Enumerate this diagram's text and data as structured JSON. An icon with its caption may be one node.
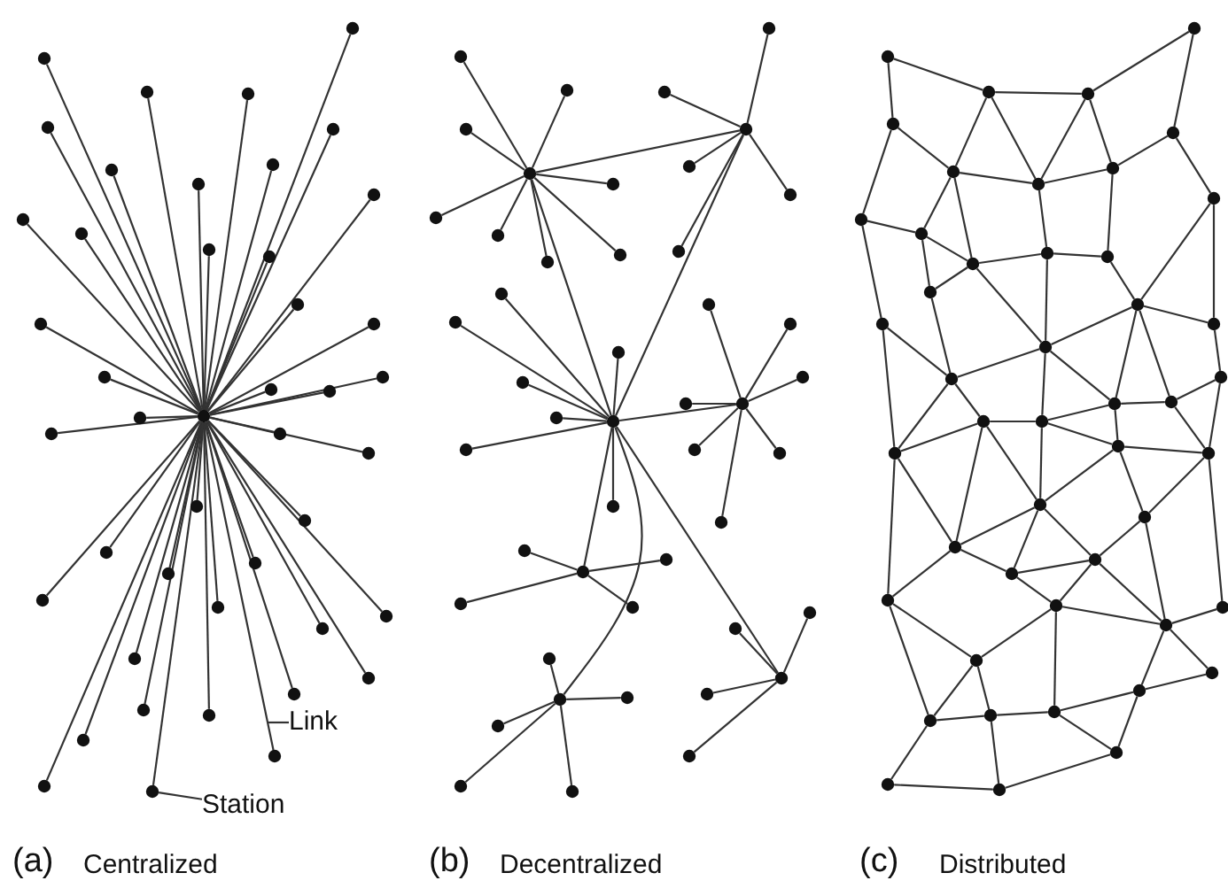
{
  "diagram": {
    "nodes": [
      {
        "text": [],
        "shape": "circle"
      },
      {
        "text": [],
        "shape": "circle"
      },
      {
        "text": [],
        "shape": "circle"
      },
      {
        "text": [],
        "shape": "circle"
      },
      {
        "text": [],
        "shape": "circle"
      },
      {
        "text": [],
        "shape": "circle"
      },
      {
        "text": [],
        "shape": "circle"
      },
      {
        "text": [],
        "shape": "circle"
      },
      {
        "text": [],
        "shape": "circle"
      },
      {
        "text": [],
        "shape": "circle"
      },
      {
        "text": [],
        "shape": "circle"
      },
      {
        "text": [],
        "shape": "circle"
      },
      {
        "text": [],
        "shape": "circle"
      },
      {
        "text": [],
        "shape": "circle"
      },
      {
        "text": [],
        "shape": "circle"
      },
      {
        "text": [],
        "shape": "circle"
      },
      {
        "text": [],
        "shape": "circle"
      },
      {
        "text": [],
        "shape": "circle"
      },
      {
        "text": [],
        "shape": "circle"
      },
      {
        "text": [],
        "shape": "circle"
      },
      {
        "text": [],
        "shape": "circle"
      },
      {
        "text": [],
        "shape": "circle"
      },
      {
        "text": [],
        "shape": "circle"
      },
      {
        "text": [],
        "shape": "circle"
      },
      {
        "text": [],
        "shape": "circle"
      },
      {
        "text": [],
        "shape": "circle"
      },
      {
        "text": [],
        "shape": "circle"
      },
      {
        "text": [],
        "shape": "circle"
      },
      {
        "text": [],
        "shape": "circle"
      },
      {
        "text": [],
        "shape": "circle"
      },
      {
        "text": [],
        "shape": "circle"
      },
      {
        "text": [],
        "shape": "circle"
      },
      {
        "text": [],
        "shape": "circle"
      },
      {
        "text": [],
        "shape": "circle"
      },
      {
        "text": [],
        "shape": "circle"
      },
      {
        "text": [],
        "shape": "circle"
      },
      {
        "text": [],
        "shape": "circle"
      },
      {
        "text": [],
        "shape": "circle"
      },
      {
        "text": [],
        "shape": "circle"
      },
      {
        "text": [],
        "shape": "circle"
      },
      {
        "text": [],
        "shape": "circle"
      },
      {
        "text": [],
        "shape": "circle"
      },
      {
        "text": [],
        "shape": "circle"
      },
      {
        "text": [],
        "shape": "circle"
      },
      {
        "text": [],
        "shape": "circle"
      },
      {
        "text": [],
        "shape": "circle"
      },
      {
        "text": [],
        "shape": "circle"
      },
      {
        "text": [],
        "shape": "circle"
      },
      {
        "text": [],
        "shape": "circle"
      },
      {
        "text": [],
        "shape": "circle"
      },
      {
        "text": [],
        "shape": "circle"
      },
      {
        "text": [],
        "shape": "circle"
      },
      {
        "text": [],
        "shape": "circle"
      },
      {
        "text": [],
        "shape": "circle"
      },
      {
        "text": [],
        "shape": "circle"
      },
      {
        "text": [],
        "shape": "circle"
      },
      {
        "text": [],
        "shape": "circle"
      },
      {
        "text": [],
        "shape": "circle"
      },
      {
        "text": [],
        "shape": "circle"
      },
      {
        "text": [],
        "shape": "circle"
      },
      {
        "text": [],
        "shape": "circle"
      },
      {
        "text": [],
        "shape": "circle"
      },
      {
        "text": [],
        "shape": "circle"
      },
      {
        "text": [],
        "shape": "circle"
      },
      {
        "text": [],
        "shape": "circle"
      },
      {
        "text": [],
        "shape": "circle"
      },
      {
        "text": [],
        "shape": "circle"
      },
      {
        "text": [],
        "shape": "circle"
      },
      {
        "text": [],
        "shape": "circle"
      },
      {
        "text": [],
        "shape": "circle"
      },
      {
        "text": [],
        "shape": "circle"
      },
      {
        "text": [],
        "shape": "circle"
      },
      {
        "text": [],
        "shape": "circle"
      },
      {
        "text": [],
        "shape": "circle"
      },
      {
        "text": [],
        "shape": "circle"
      },
      {
        "text": [],
        "shape": "circle"
      },
      {
        "text": [],
        "shape": "circle"
      },
      {
        "text": [],
        "shape": "circle"
      },
      {
        "text": [],
        "shape": "circle"
      },
      {
        "text": [],
        "shape": "circle"
      },
      {
        "text": [],
        "shape": "circle"
      },
      {
        "text": [],
        "shape": "circle"
      },
      {
        "text": [],
        "shape": "circle"
      },
      {
        "text": [],
        "shape": "circle"
      },
      {
        "text": [],
        "shape": "circle"
      },
      {
        "text": [],
        "shape": "circle"
      },
      {
        "text": [],
        "shape": "circle"
      },
      {
        "text": [],
        "shape": "circle"
      },
      {
        "text": [],
        "shape": "circle"
      },
      {
        "text": [],
        "shape": "circle"
      },
      {
        "text": [],
        "shape": "circle"
      },
      {
        "text": [],
        "shape": "circle"
      },
      {
        "text": [],
        "shape": "circle"
      },
      {
        "text": [],
        "shape": "circle"
      },
      {
        "text": [],
        "shape": "circle"
      },
      {
        "text": [],
        "shape": "circle"
      },
      {
        "text": [],
        "shape": "circle"
      },
      {
        "text": [],
        "shape": "circle"
      },
      {
        "text": [],
        "shape": "circle"
      },
      {
        "text": [],
        "shape": "circle"
      },
      {
        "text": [],
        "shape": "circle"
      },
      {
        "text": [],
        "shape": "circle"
      },
      {
        "text": [],
        "shape": "circle"
      },
      {
        "text": [],
        "shape": "circle"
      },
      {
        "text": [],
        "shape": "circle"
      },
      {
        "text": [],
        "shape": "circle"
      },
      {
        "text": [],
        "shape": "circle"
      },
      {
        "text": [],
        "shape": "circle"
      },
      {
        "text": [],
        "shape": "circle"
      },
      {
        "text": [],
        "shape": "circle"
      },
      {
        "text": [],
        "shape": "circle"
      },
      {
        "text": [],
        "shape": "circle"
      },
      {
        "text": [],
        "shape": "circle"
      },
      {
        "text": [],
        "shape": "circle"
      },
      {
        "text": [],
        "shape": "circle"
      },
      {
        "text": [],
        "shape": "circle"
      },
      {
        "text": [],
        "shape": "circle"
      },
      {
        "text": [],
        "shape": "circle"
      },
      {
        "text": [],
        "shape": "circle"
      },
      {
        "text": [],
        "shape": "circle"
      },
      {
        "text": [],
        "shape": "circle"
      },
      {
        "text": [],
        "shape": "circle"
      },
      {
        "text": [],
        "shape": "circle"
      },
      {
        "text": [],
        "shape": "circle"
      },
      {
        "text": [],
        "shape": "circle"
      },
      {
        "text": [],
        "shape": "circle"
      },
      {
        "text": [],
        "shape": "circle"
      },
      {
        "text": [],
        "shape": "circle"
      },
      {
        "text": [],
        "shape": "circle"
      },
      {
        "text": [],
        "shape": "circle"
      },
      {
        "text": [],
        "shape": "circle"
      },
      {
        "text": [],
        "shape": "circle"
      },
      {
        "text": [],
        "shape": "circle"
      },
      {
        "text": [],
        "shape": "circle"
      },
      {
        "text": [],
        "shape": "circle"
      },
      {
        "text": [],
        "shape": "circle"
      },
      {
        "text": [],
        "shape": "circle"
      },
      {
        "text": [],
        "shape": "circle"
      },
      {
        "text": [
          "Link"
        ]
      },
      {
        "text": [
          "Station"
        ]
      }
    ],
    "edges": [
      {
        "from": 0,
        "to": 1,
        "arrow": "none"
      },
      {
        "from": 0,
        "to": 2,
        "arrow": "none"
      },
      {
        "from": 0,
        "to": 3,
        "arrow": "none"
      },
      {
        "from": 0,
        "to": 4,
        "arrow": "none"
      },
      {
        "from": 0,
        "to": 5,
        "arrow": "none"
      },
      {
        "from": 0,
        "to": 6,
        "arrow": "none"
      },
      {
        "from": 0,
        "to": 7,
        "arrow": "none"
      },
      {
        "from": 0,
        "to": 8,
        "arrow": "none"
      },
      {
        "from": 0,
        "to": 9,
        "arrow": "none"
      },
      {
        "from": 0,
        "to": 10,
        "arrow": "none"
      },
      {
        "from": 0,
        "to": 11,
        "arrow": "none"
      },
      {
        "from": 0,
        "to": 12,
        "arrow": "none"
      },
      {
        "from": 0,
        "to": 13,
        "arrow": "none"
      },
      {
        "from": 0,
        "to": 14,
        "arrow": "none"
      },
      {
        "from": 0,
        "to": 15,
        "arrow": "none"
      },
      {
        "from": 0,
        "to": 16,
        "arrow": "none"
      },
      {
        "from": 0,
        "to": 17,
        "arrow": "none"
      },
      {
        "from": 0,
        "to": 18,
        "arrow": "none"
      },
      {
        "from": 0,
        "to": 19,
        "arrow": "none"
      },
      {
        "from": 0,
        "to": 20,
        "arrow": "none"
      },
      {
        "from": 0,
        "to": 21,
        "arrow": "none"
      },
      {
        "from": 0,
        "to": 22,
        "arrow": "none"
      },
      {
        "from": 0,
        "to": 23,
        "arrow": "none"
      },
      {
        "from": 0,
        "to": 24,
        "arrow": "none"
      },
      {
        "from": 0,
        "to": 25,
        "arrow": "none"
      },
      {
        "from": 0,
        "to": 26,
        "arrow": "none"
      },
      {
        "from": 0,
        "to": 27,
        "arrow": "none"
      },
      {
        "from": 0,
        "to": 28,
        "arrow": "none"
      },
      {
        "from": 0,
        "to": 29,
        "arrow": "none"
      },
      {
        "from": 0,
        "to": 30,
        "arrow": "none"
      },
      {
        "from": 0,
        "to": 31,
        "arrow": "none"
      },
      {
        "from": 0,
        "to": 32,
        "arrow": "none"
      },
      {
        "from": 0,
        "to": 33,
        "arrow": "none"
      },
      {
        "from": 0,
        "to": 34,
        "arrow": "none"
      },
      {
        "from": 0,
        "to": 35,
        "arrow": "none"
      },
      {
        "from": 0,
        "to": 36,
        "arrow": "none"
      },
      {
        "from": 0,
        "to": 37,
        "arrow": "none"
      },
      {
        "from": 0,
        "to": 38,
        "arrow": "none"
      },
      {
        "from": 0,
        "to": 39,
        "arrow": "none"
      },
      {
        "from": 0,
        "to": 40,
        "arrow": "none"
      },
      {
        "from": 0,
        "to": 41,
        "arrow": "none"
      },
      {
        "from": 0,
        "to": 42,
        "arrow": "none"
      },
      {
        "from": 0,
        "to": 43,
        "arrow": "none"
      },
      {
        "from": 44,
        "to": 45,
        "arrow": "none"
      },
      {
        "from": 44,
        "to": 46,
        "arrow": "none"
      },
      {
        "from": 44,
        "to": 47,
        "arrow": "none"
      },
      {
        "from": 44,
        "to": 48,
        "arrow": "none"
      },
      {
        "from": 44,
        "to": 49,
        "arrow": "none"
      },
      {
        "from": 44,
        "to": 50,
        "arrow": "none"
      },
      {
        "from": 44,
        "to": 51,
        "arrow": "none"
      },
      {
        "from": 44,
        "to": 52,
        "arrow": "none"
      },
      {
        "from": 53,
        "to": 54,
        "arrow": "none"
      },
      {
        "from": 53,
        "to": 55,
        "arrow": "none"
      },
      {
        "from": 53,
        "to": 56,
        "arrow": "none"
      },
      {
        "from": 53,
        "to": 57,
        "arrow": "none"
      },
      {
        "from": 53,
        "to": 58,
        "arrow": "none"
      },
      {
        "from": 59,
        "to": 60,
        "arrow": "none"
      },
      {
        "from": 59,
        "to": 61,
        "arrow": "none"
      },
      {
        "from": 59,
        "to": 62,
        "arrow": "none"
      },
      {
        "from": 59,
        "to": 63,
        "arrow": "none"
      },
      {
        "from": 59,
        "to": 64,
        "arrow": "none"
      },
      {
        "from": 59,
        "to": 65,
        "arrow": "none"
      },
      {
        "from": 59,
        "to": 66,
        "arrow": "none"
      },
      {
        "from": 67,
        "to": 68,
        "arrow": "none"
      },
      {
        "from": 67,
        "to": 69,
        "arrow": "none"
      },
      {
        "from": 67,
        "to": 70,
        "arrow": "none"
      },
      {
        "from": 67,
        "to": 71,
        "arrow": "none"
      },
      {
        "from": 67,
        "to": 72,
        "arrow": "none"
      },
      {
        "from": 67,
        "to": 73,
        "arrow": "none"
      },
      {
        "from": 67,
        "to": 74,
        "arrow": "none"
      },
      {
        "from": 75,
        "to": 76,
        "arrow": "none"
      },
      {
        "from": 75,
        "to": 77,
        "arrow": "none"
      },
      {
        "from": 75,
        "to": 78,
        "arrow": "none"
      },
      {
        "from": 75,
        "to": 79,
        "arrow": "none"
      },
      {
        "from": 80,
        "to": 81,
        "arrow": "none"
      },
      {
        "from": 80,
        "to": 82,
        "arrow": "none"
      },
      {
        "from": 80,
        "to": 83,
        "arrow": "none"
      },
      {
        "from": 80,
        "to": 84,
        "arrow": "none"
      },
      {
        "from": 85,
        "to": 86,
        "arrow": "none"
      },
      {
        "from": 85,
        "to": 87,
        "arrow": "none"
      },
      {
        "from": 85,
        "to": 88,
        "arrow": "none"
      },
      {
        "from": 85,
        "to": 89,
        "arrow": "none"
      },
      {
        "from": 85,
        "to": 90,
        "arrow": "none"
      },
      {
        "from": 44,
        "to": 53,
        "arrow": "none"
      },
      {
        "from": 44,
        "to": 59,
        "arrow": "none"
      },
      {
        "from": 53,
        "to": 59,
        "arrow": "none"
      },
      {
        "from": 59,
        "to": 67,
        "arrow": "none"
      },
      {
        "from": 59,
        "to": 75,
        "arrow": "none"
      },
      {
        "from": 59,
        "to": 85,
        "arrow": "none"
      },
      {
        "from": 59,
        "to": 80,
        "arrow": "none"
      },
      {
        "from": 91,
        "to": 92,
        "arrow": "none"
      },
      {
        "from": 91,
        "to": 95,
        "arrow": "none"
      },
      {
        "from": 92,
        "to": 93,
        "arrow": "none"
      },
      {
        "from": 93,
        "to": 94,
        "arrow": "none"
      },
      {
        "from": 94,
        "to": 96,
        "arrow": "none"
      },
      {
        "from": 92,
        "to": 97,
        "arrow": "none"
      },
      {
        "from": 92,
        "to": 98,
        "arrow": "none"
      },
      {
        "from": 93,
        "to": 98,
        "arrow": "none"
      },
      {
        "from": 93,
        "to": 99,
        "arrow": "none"
      },
      {
        "from": 95,
        "to": 97,
        "arrow": "none"
      },
      {
        "from": 95,
        "to": 101,
        "arrow": "none"
      },
      {
        "from": 96,
        "to": 99,
        "arrow": "none"
      },
      {
        "from": 96,
        "to": 100,
        "arrow": "none"
      },
      {
        "from": 97,
        "to": 98,
        "arrow": "none"
      },
      {
        "from": 98,
        "to": 99,
        "arrow": "none"
      },
      {
        "from": 97,
        "to": 102,
        "arrow": "none"
      },
      {
        "from": 97,
        "to": 103,
        "arrow": "none"
      },
      {
        "from": 98,
        "to": 104,
        "arrow": "none"
      },
      {
        "from": 99,
        "to": 105,
        "arrow": "none"
      },
      {
        "from": 100,
        "to": 109,
        "arrow": "none"
      },
      {
        "from": 101,
        "to": 102,
        "arrow": "none"
      },
      {
        "from": 101,
        "to": 108,
        "arrow": "none"
      },
      {
        "from": 102,
        "to": 103,
        "arrow": "none"
      },
      {
        "from": 102,
        "to": 106,
        "arrow": "none"
      },
      {
        "from": 103,
        "to": 104,
        "arrow": "none"
      },
      {
        "from": 104,
        "to": 105,
        "arrow": "none"
      },
      {
        "from": 103,
        "to": 106,
        "arrow": "none"
      },
      {
        "from": 103,
        "to": 110,
        "arrow": "none"
      },
      {
        "from": 104,
        "to": 110,
        "arrow": "none"
      },
      {
        "from": 105,
        "to": 107,
        "arrow": "none"
      },
      {
        "from": 107,
        "to": 100,
        "arrow": "none"
      },
      {
        "from": 107,
        "to": 109,
        "arrow": "none"
      },
      {
        "from": 106,
        "to": 111,
        "arrow": "none"
      },
      {
        "from": 108,
        "to": 111,
        "arrow": "none"
      },
      {
        "from": 108,
        "to": 117,
        "arrow": "none"
      },
      {
        "from": 110,
        "to": 107,
        "arrow": "none"
      },
      {
        "from": 110,
        "to": 111,
        "arrow": "none"
      },
      {
        "from": 110,
        "to": 113,
        "arrow": "none"
      },
      {
        "from": 110,
        "to": 116,
        "arrow": "none"
      },
      {
        "from": 107,
        "to": 113,
        "arrow": "none"
      },
      {
        "from": 107,
        "to": 114,
        "arrow": "none"
      },
      {
        "from": 109,
        "to": 112,
        "arrow": "none"
      },
      {
        "from": 112,
        "to": 114,
        "arrow": "none"
      },
      {
        "from": 111,
        "to": 115,
        "arrow": "none"
      },
      {
        "from": 111,
        "to": 117,
        "arrow": "none"
      },
      {
        "from": 113,
        "to": 114,
        "arrow": "none"
      },
      {
        "from": 113,
        "to": 116,
        "arrow": "none"
      },
      {
        "from": 113,
        "to": 118,
        "arrow": "none"
      },
      {
        "from": 114,
        "to": 119,
        "arrow": "none"
      },
      {
        "from": 115,
        "to": 116,
        "arrow": "none"
      },
      {
        "from": 115,
        "to": 117,
        "arrow": "none"
      },
      {
        "from": 116,
        "to": 118,
        "arrow": "none"
      },
      {
        "from": 116,
        "to": 120,
        "arrow": "none"
      },
      {
        "from": 115,
        "to": 120,
        "arrow": "none"
      },
      {
        "from": 115,
        "to": 122,
        "arrow": "none"
      },
      {
        "from": 117,
        "to": 122,
        "arrow": "none"
      },
      {
        "from": 117,
        "to": 125,
        "arrow": "none"
      },
      {
        "from": 118,
        "to": 119,
        "arrow": "none"
      },
      {
        "from": 118,
        "to": 120,
        "arrow": "none"
      },
      {
        "from": 118,
        "to": 121,
        "arrow": "none"
      },
      {
        "from": 119,
        "to": 121,
        "arrow": "none"
      },
      {
        "from": 119,
        "to": 128,
        "arrow": "none"
      },
      {
        "from": 120,
        "to": 122,
        "arrow": "none"
      },
      {
        "from": 120,
        "to": 124,
        "arrow": "none"
      },
      {
        "from": 120,
        "to": 123,
        "arrow": "none"
      },
      {
        "from": 121,
        "to": 123,
        "arrow": "none"
      },
      {
        "from": 121,
        "to": 127,
        "arrow": "none"
      },
      {
        "from": 122,
        "to": 124,
        "arrow": "none"
      },
      {
        "from": 122,
        "to": 125,
        "arrow": "none"
      },
      {
        "from": 123,
        "to": 124,
        "arrow": "none"
      },
      {
        "from": 123,
        "to": 126,
        "arrow": "none"
      },
      {
        "from": 123,
        "to": 127,
        "arrow": "none"
      },
      {
        "from": 124,
        "to": 126,
        "arrow": "none"
      },
      {
        "from": 125,
        "to": 129,
        "arrow": "none"
      },
      {
        "from": 125,
        "to": 132,
        "arrow": "none"
      },
      {
        "from": 126,
        "to": 129,
        "arrow": "none"
      },
      {
        "from": 126,
        "to": 134,
        "arrow": "none"
      },
      {
        "from": 126,
        "to": 127,
        "arrow": "none"
      },
      {
        "from": 127,
        "to": 128,
        "arrow": "none"
      },
      {
        "from": 127,
        "to": 130,
        "arrow": "none"
      },
      {
        "from": 127,
        "to": 131,
        "arrow": "none"
      },
      {
        "from": 129,
        "to": 132,
        "arrow": "none"
      },
      {
        "from": 129,
        "to": 133,
        "arrow": "none"
      },
      {
        "from": 132,
        "to": 133,
        "arrow": "none"
      },
      {
        "from": 133,
        "to": 134,
        "arrow": "none"
      },
      {
        "from": 134,
        "to": 135,
        "arrow": "none"
      },
      {
        "from": 134,
        "to": 131,
        "arrow": "none"
      },
      {
        "from": 131,
        "to": 130,
        "arrow": "none"
      },
      {
        "from": 135,
        "to": 131,
        "arrow": "none"
      },
      {
        "from": 132,
        "to": 136,
        "arrow": "none"
      },
      {
        "from": 136,
        "to": 137,
        "arrow": "none"
      },
      {
        "from": 133,
        "to": 137,
        "arrow": "none"
      },
      {
        "from": 137,
        "to": 135,
        "arrow": "none"
      },
      {
        "from": 112,
        "to": 119,
        "arrow": "none"
      },
      {
        "from": 138,
        "to": null,
        "arrow": "none"
      },
      {
        "from": 139,
        "to": 43,
        "arrow": "none"
      }
    ],
    "labels": [
      "(a)",
      "Centralized",
      "(b)",
      "Decentralized",
      "(c)",
      "Distributed"
    ]
  }
}
